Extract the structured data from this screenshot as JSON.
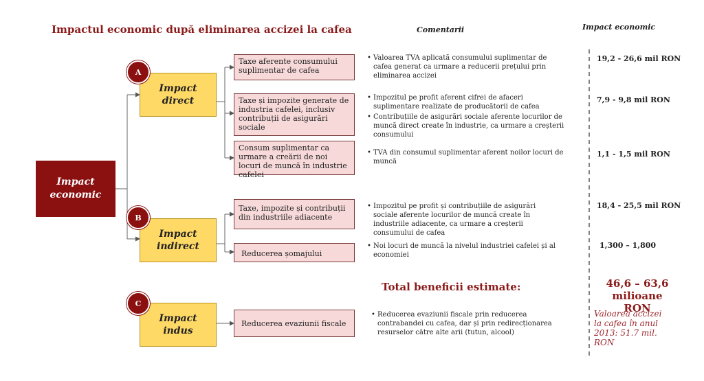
{
  "title": "Impactul economic după eliminarea accizei la cafea",
  "headers": {
    "comments": "Comentarii",
    "impact": "Impact economic"
  },
  "root": {
    "line1": "Impact",
    "line2": "economic"
  },
  "groups": [
    {
      "letter": "A",
      "line1": "Impact",
      "line2": "direct"
    },
    {
      "letter": "B",
      "line1": "Impact",
      "line2": "indirect"
    },
    {
      "letter": "C",
      "line1": "Impact",
      "line2": "indus"
    }
  ],
  "boxes": [
    "Taxe aferente consumului suplimentar de cafea",
    "Taxe și impozite generate de industria cafelei, inclusiv contribuții de asigurări sociale",
    "Consum suplimentar ca urmare a creării de noi locuri de muncă în industrie cafelei",
    "Taxe, impozite și contribuții din industriile adiacente",
    "Reducerea șomajului",
    "Reducerea evaziunii fiscale"
  ],
  "comments": [
    "Valoarea TVA aplicată consumului suplimentar de cafea generat ca urmare a reducerii prețului prin eliminarea accizei",
    "Impozitul pe profit aferent cifrei de afaceri suplimentare realizate de producătorii de cafea",
    "Contribuțiile de asigurări sociale aferente locurilor de muncă direct create în industrie, ca urmare a creșterii consumului",
    "TVA din consumul suplimentar aferent noilor locuri de muncă",
    "Impozitul pe profit și contribuțiile de asigurări sociale aferente locurilor de muncă create în industriile adiacente, ca urmare a creșterii consumului de cafea",
    "Noi locuri de muncă la nivelul industriei cafelei și al economiei",
    "Reducerea evaziunii fiscale prin reducerea contrabandei cu cafea, dar și prin redirecționarea resurselor către alte arii (tutun, alcool)"
  ],
  "values": [
    "19,2 - 26,6 mil RON",
    "7,9 - 9,8  mil RON",
    "1,1 - 1,5 mil RON",
    "18,4 - 25,5 mil RON",
    "1,300 – 1,800"
  ],
  "total": {
    "label": "Total beneficii estimate:",
    "value": "46,6 – 63,6 milioane RON"
  },
  "excise_note": "Valoarea accizei la cafea în anul 2013: 51.7 mil. RON"
}
